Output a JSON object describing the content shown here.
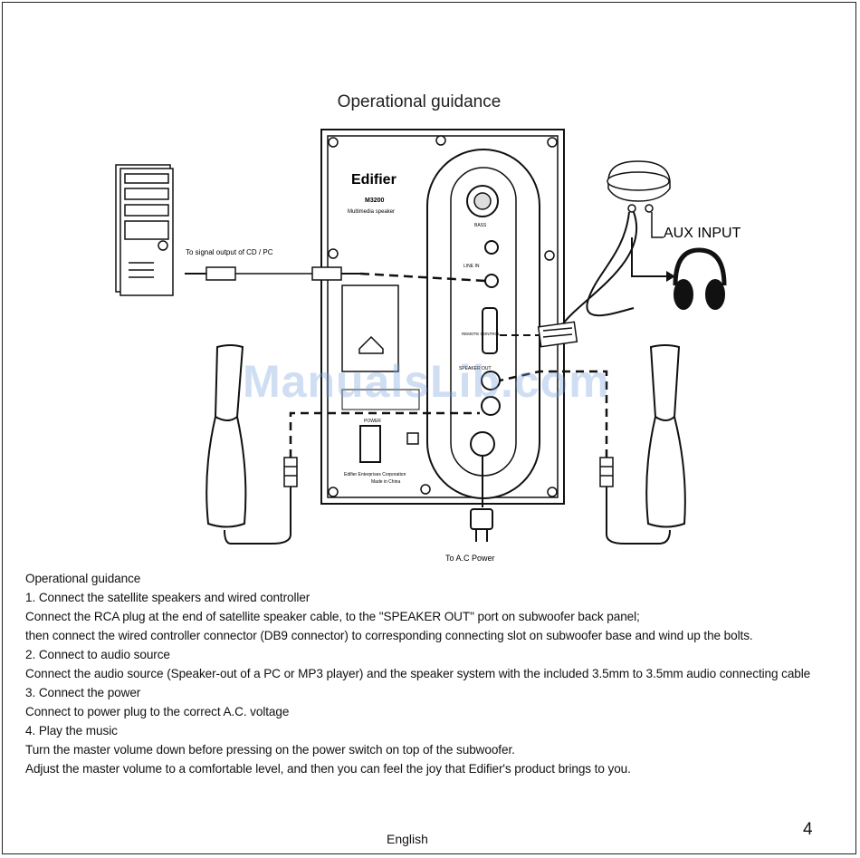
{
  "page": {
    "title": "Operational guidance",
    "language": "English",
    "page_number": "4",
    "watermark": "ManualsLib.com"
  },
  "diagram": {
    "brand": "Edifier",
    "model": "M3200",
    "subtitle": "Multimedia speaker",
    "bass_label": "BASS",
    "line_in_label": "LINE IN",
    "remote_control_label": "REMOTE CONTROL",
    "speaker_out_label": "SPEAKER OUT",
    "power_label": "POWER",
    "maker_label": "Edifier Enterprises Corporation",
    "made_label": "Made in China",
    "signal_label": "To signal output of CD / PC",
    "aux_label": "AUX INPUT",
    "ac_label": "To A.C Power"
  },
  "guidance": {
    "heading": "Operational guidance",
    "lines": [
      "1. Connect the satellite speakers and wired controller",
      "Connect the RCA plug at the end of satellite speaker cable, to the \"SPEAKER OUT\" port on subwoofer back panel;",
      "then connect the wired controller connector (DB9 connector) to corresponding connecting slot on subwoofer base and wind up the bolts.",
      "2. Connect to audio source",
      "Connect the audio source (Speaker-out of a PC or MP3 player) and the speaker system with the included 3.5mm to 3.5mm audio connecting cable",
      "3. Connect the power",
      "Connect to power plug to the correct A.C. voltage",
      "4. Play the music",
      "Turn the master volume down before pressing on the power switch on top of the subwoofer.",
      "Adjust the master volume to a comfortable level, and then you can feel the joy that Edifier's product brings to you."
    ]
  }
}
